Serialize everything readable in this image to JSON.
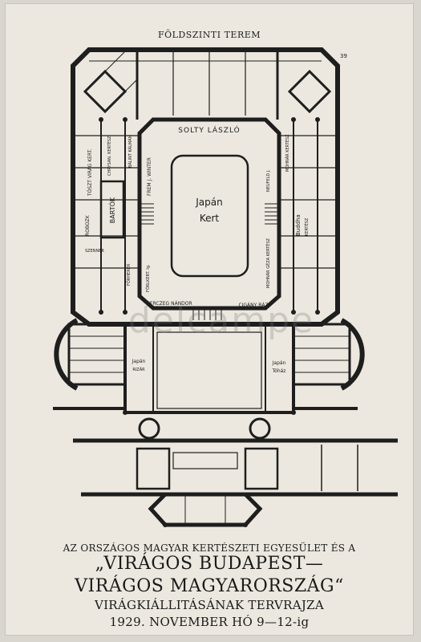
{
  "sheet": {
    "heading": "FÖLDSZINTI TEREM",
    "stamp_number": "39"
  },
  "rooms": {
    "top": "SOLTY LÁSZLÓ",
    "center_line1": "Japán",
    "center_line2": "Kert",
    "bartok": "BARTÓK",
    "left_col_1": "ROBOZK",
    "left_col_2": "TÓSZT VIRÁG KERT.",
    "left_col_3": "CHRYSAN. KERTÉSZ",
    "left_col_4": "BÁLINT KÁLMÁN",
    "left_col_5": "FREM J. WINTER",
    "left_lower_1": "FÖRHERER",
    "left_lower_2": "FÖRLKERT. Ig.",
    "left_small": "SZENNER",
    "right_col_1": "NEUFELD J.",
    "right_col_2": "MOHNÁR KERTÉSZ",
    "right_col_3": "MOHNÁR GÉZA KERTÉSZ",
    "right_buddha_1": "Buddha",
    "right_buddha_2": "KERTÉSZ",
    "bottom_left": "HERCZEG NÁNDOR",
    "bottom_right": "CIGÁNY BÁZ",
    "lower_left_1": "Japán",
    "lower_left_2": "RIZÁR",
    "lower_right_1": "Japán",
    "lower_right_2": "Tóház"
  },
  "watermark": "delcampe",
  "caption": {
    "line1": "AZ ORSZÁGOS MAGYAR KERTÉSZETI EGYESÜLET ÉS A",
    "line2": "„VIRÁGOS BUDAPEST—",
    "line3": "VIRÁGOS MAGYARORSZÁG“",
    "line4": "VIRÁGKIÁLLITÁSÁNAK TERVRAJZA",
    "line5": "1929. NOVEMBER HÓ 9—12-ig"
  }
}
